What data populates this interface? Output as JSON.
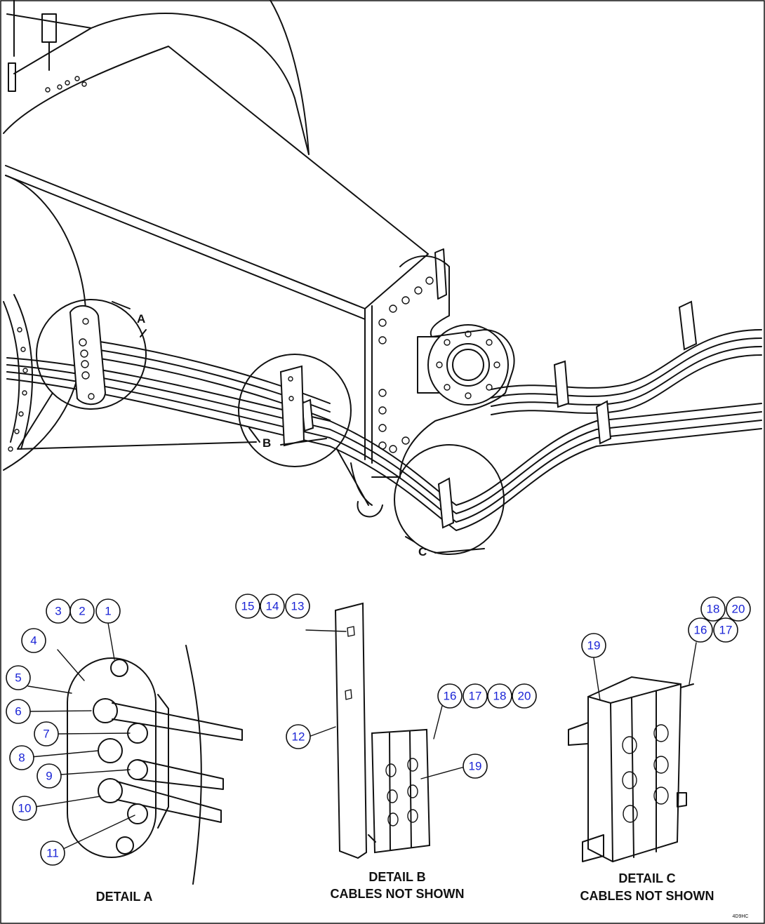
{
  "diagram": {
    "callouts": [
      {
        "id": "c1",
        "label": "1"
      },
      {
        "id": "c2",
        "label": "2"
      },
      {
        "id": "c3",
        "label": "3"
      },
      {
        "id": "c4",
        "label": "4"
      },
      {
        "id": "c5",
        "label": "5"
      },
      {
        "id": "c6",
        "label": "6"
      },
      {
        "id": "c7",
        "label": "7"
      },
      {
        "id": "c8",
        "label": "8"
      },
      {
        "id": "c9",
        "label": "9"
      },
      {
        "id": "c10",
        "label": "10"
      },
      {
        "id": "c11",
        "label": "11"
      },
      {
        "id": "c12",
        "label": "12"
      },
      {
        "id": "c13",
        "label": "13"
      },
      {
        "id": "c14",
        "label": "14"
      },
      {
        "id": "c15",
        "label": "15"
      },
      {
        "id": "c16a",
        "label": "16"
      },
      {
        "id": "c17a",
        "label": "17"
      },
      {
        "id": "c18a",
        "label": "18"
      },
      {
        "id": "c20a",
        "label": "20"
      },
      {
        "id": "c19a",
        "label": "19"
      },
      {
        "id": "c18b",
        "label": "18"
      },
      {
        "id": "c20b",
        "label": "20"
      },
      {
        "id": "c16b",
        "label": "16"
      },
      {
        "id": "c17b",
        "label": "17"
      },
      {
        "id": "c19b",
        "label": "19"
      }
    ],
    "detail_letters": {
      "a": "A",
      "b": "B",
      "c": "C"
    },
    "labels": {
      "detail_a": "DETAIL A",
      "detail_b": "DETAIL B",
      "detail_b_sub": "CABLES NOT SHOWN",
      "detail_c": "DETAIL C",
      "detail_c_sub": "CABLES NOT SHOWN"
    },
    "drawing_code": "4D9HC"
  }
}
